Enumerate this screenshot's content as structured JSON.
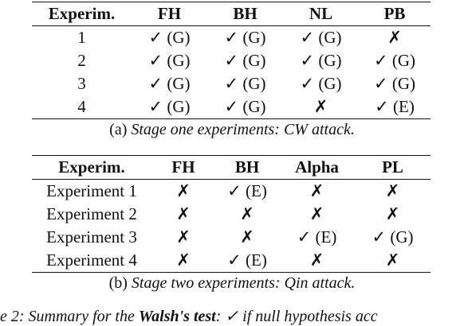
{
  "table1": {
    "headers": [
      "Experim.",
      "FH",
      "BH",
      "NL",
      "PB"
    ],
    "rows": [
      [
        "1",
        "✓ (G)",
        "✓ (G)",
        "✓ (G)",
        "✗"
      ],
      [
        "2",
        "✓ (G)",
        "✓ (G)",
        "✓ (G)",
        "✓ (G)"
      ],
      [
        "3",
        "✓ (G)",
        "✓ (G)",
        "✓ (G)",
        "✓ (G)"
      ],
      [
        "4",
        "✓ (G)",
        "✓ (G)",
        "✗",
        "✓ (E)"
      ]
    ],
    "caption_label": "(a)",
    "caption_text": "Stage one experiments: CW attack."
  },
  "table2": {
    "headers": [
      "Experim.",
      "FH",
      "BH",
      "Alpha",
      "PL"
    ],
    "rows": [
      [
        "Experiment 1",
        "✗",
        "✓ (E)",
        "✗",
        "✗"
      ],
      [
        "Experiment 2",
        "✗",
        "✗",
        "✗",
        "✗"
      ],
      [
        "Experiment 3",
        "✗",
        "✗",
        "✓ (E)",
        "✓ (G)"
      ],
      [
        "Experiment 4",
        "✗",
        "✓ (E)",
        "✗",
        "✗"
      ]
    ],
    "caption_label": "(b)",
    "caption_text": "Stage two experiments: Qin attack."
  },
  "figure_caption": {
    "prefix": "e 2: Summary for the ",
    "bold": "Walsh's test",
    "suffix": ": ✓ if null hypothesis acc"
  }
}
